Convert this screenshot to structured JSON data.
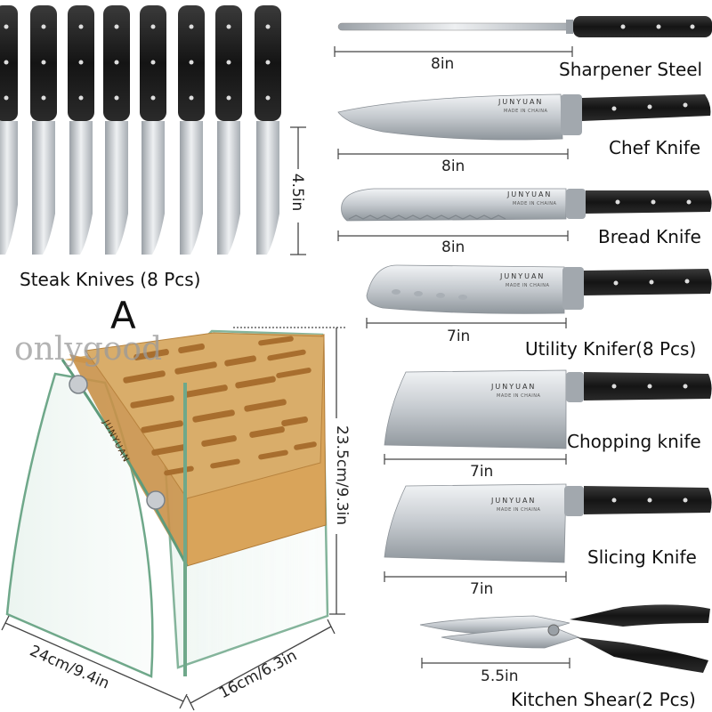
{
  "steak": {
    "label": "Steak Knives (8 Pcs)",
    "height": "4.5in"
  },
  "block": {
    "letter": "A",
    "watermark": "onlygood",
    "brand": "JUNYUAN",
    "height": "23.5cm/9.3in",
    "width": "24cm/9.4in",
    "depth": "16cm/6.3in"
  },
  "brand": {
    "name": "JUNYUAN",
    "made": "MADE IN CHAINA"
  },
  "items": [
    {
      "id": "sharpener",
      "name": "Sharpener Steel",
      "dim": "8in"
    },
    {
      "id": "chef",
      "name": "Chef Knife",
      "dim": "8in"
    },
    {
      "id": "bread",
      "name": "Bread Knife",
      "dim": "8in"
    },
    {
      "id": "utility",
      "name": "Utility Knifer(8 Pcs)",
      "dim": "7in"
    },
    {
      "id": "chopping",
      "name": "Chopping knife",
      "dim": "7in"
    },
    {
      "id": "slicing",
      "name": "Slicing Knife",
      "dim": "7in"
    },
    {
      "id": "shear",
      "name": "Kitchen Shear(2 Pcs)",
      "dim": "5.5in"
    }
  ],
  "colors": {
    "handle": "#1c1c1c",
    "blade": "#c9cdd1",
    "bamboo": "#d6a45a",
    "glass": "#cfe3d8"
  }
}
